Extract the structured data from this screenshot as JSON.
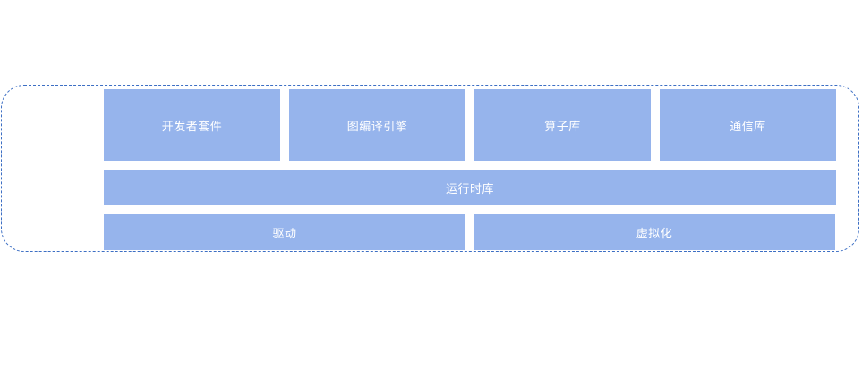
{
  "diagram": {
    "top_row": {
      "items": [
        {
          "label": "开发者套件"
        },
        {
          "label": "图编译引擎"
        },
        {
          "label": "算子库"
        },
        {
          "label": "通信库"
        }
      ]
    },
    "middle_row": {
      "label": "运行时库"
    },
    "bottom_row": {
      "items": [
        {
          "label": "驱动"
        },
        {
          "label": "虚拟化"
        }
      ]
    },
    "colors": {
      "block_fill": "#96b4ec",
      "block_text": "#ffffff",
      "border_dashed": "#3d6fc4"
    }
  }
}
